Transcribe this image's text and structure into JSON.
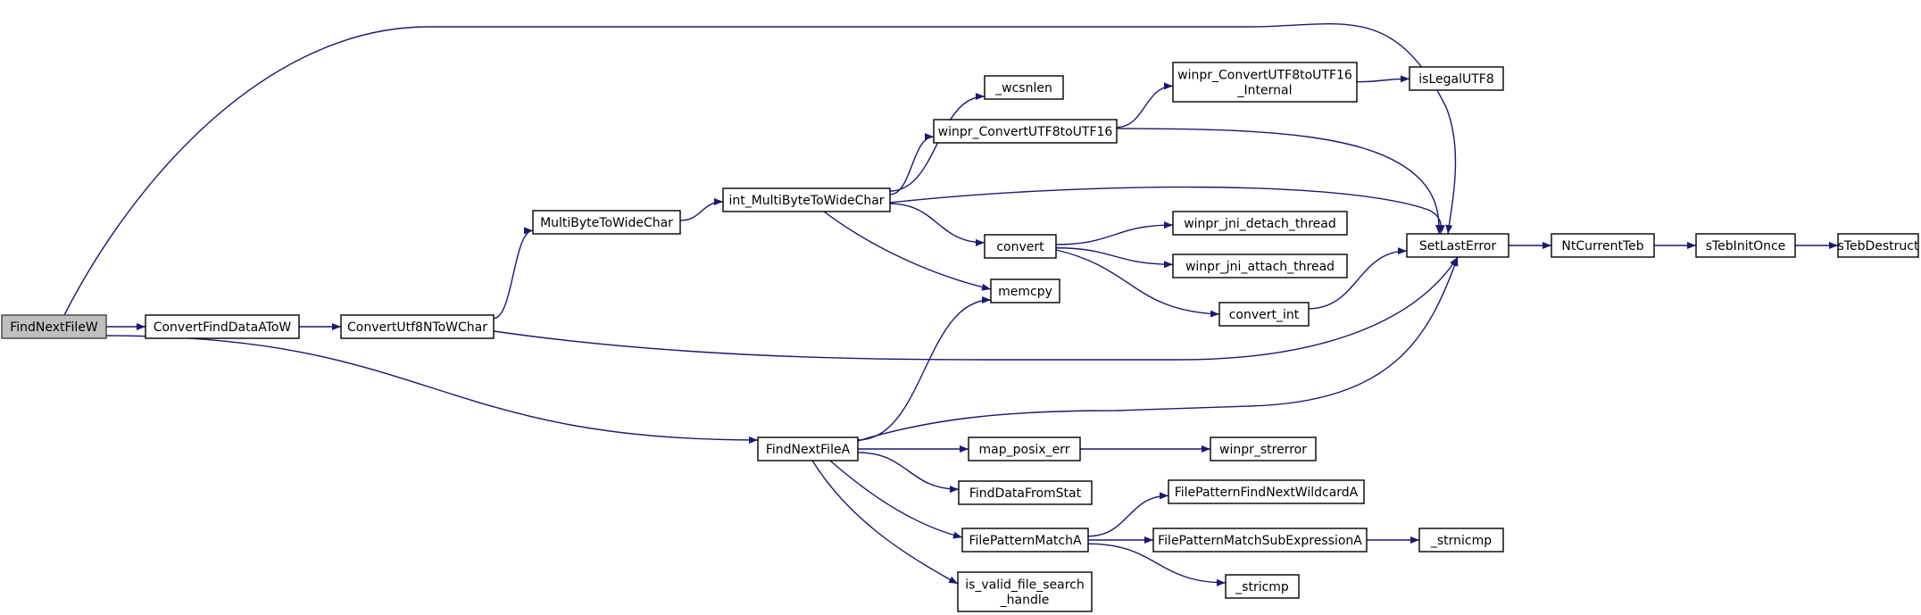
{
  "nodes": {
    "FindNextFileW": "FindNextFileW",
    "ConvertFindDataAToW": "ConvertFindDataAToW",
    "ConvertUtf8NToWChar": "ConvertUtf8NToWChar",
    "MultiByteToWideChar": "MultiByteToWideChar",
    "int_MultiByteToWideChar": "int_MultiByteToWideChar",
    "_wcsnlen": "_wcsnlen",
    "winpr_ConvertUTF8toUTF16": "winpr_ConvertUTF8toUTF16",
    "winpr_ConvertUTF8toUTF16_Internal": [
      "winpr_ConvertUTF8toUTF16",
      "_Internal"
    ],
    "isLegalUTF8": "isLegalUTF8",
    "convert": "convert",
    "winpr_jni_detach_thread": "winpr_jni_detach_thread",
    "winpr_jni_attach_thread": "winpr_jni_attach_thread",
    "convert_int": "convert_int",
    "memcpy": "memcpy",
    "SetLastError": "SetLastError",
    "NtCurrentTeb": "NtCurrentTeb",
    "sTebInitOnce": "sTebInitOnce",
    "sTebDestruct": "sTebDestruct",
    "FindNextFileA": "FindNextFileA",
    "map_posix_err": "map_posix_err",
    "winpr_strerror": "winpr_strerror",
    "FindDataFromStat": "FindDataFromStat",
    "FilePatternFindNextWildcardA": "FilePatternFindNextWildcardA",
    "FilePatternMatchA": "FilePatternMatchA",
    "FilePatternMatchSubExpressionA": "FilePatternMatchSubExpressionA",
    "_strnicmp": "_strnicmp",
    "_stricmp": "_stricmp",
    "is_valid_file_search_handle": [
      "is_valid_file_search",
      "_handle"
    ]
  },
  "edges": [
    [
      "FindNextFileW",
      "ConvertFindDataAToW"
    ],
    [
      "FindNextFileW",
      "SetLastError"
    ],
    [
      "FindNextFileW",
      "FindNextFileA"
    ],
    [
      "ConvertFindDataAToW",
      "ConvertUtf8NToWChar"
    ],
    [
      "ConvertUtf8NToWChar",
      "MultiByteToWideChar"
    ],
    [
      "ConvertUtf8NToWChar",
      "SetLastError"
    ],
    [
      "MultiByteToWideChar",
      "int_MultiByteToWideChar"
    ],
    [
      "int_MultiByteToWideChar",
      "_wcsnlen"
    ],
    [
      "int_MultiByteToWideChar",
      "winpr_ConvertUTF8toUTF16"
    ],
    [
      "int_MultiByteToWideChar",
      "SetLastError"
    ],
    [
      "int_MultiByteToWideChar",
      "convert"
    ],
    [
      "int_MultiByteToWideChar",
      "memcpy"
    ],
    [
      "winpr_ConvertUTF8toUTF16",
      "winpr_ConvertUTF8toUTF16_Internal"
    ],
    [
      "winpr_ConvertUTF8toUTF16",
      "SetLastError"
    ],
    [
      "winpr_ConvertUTF8toUTF16_Internal",
      "isLegalUTF8"
    ],
    [
      "convert",
      "winpr_jni_detach_thread"
    ],
    [
      "convert",
      "winpr_jni_attach_thread"
    ],
    [
      "convert",
      "convert_int"
    ],
    [
      "convert_int",
      "SetLastError"
    ],
    [
      "SetLastError",
      "NtCurrentTeb"
    ],
    [
      "NtCurrentTeb",
      "sTebInitOnce"
    ],
    [
      "sTebInitOnce",
      "sTebDestruct"
    ],
    [
      "FindNextFileA",
      "memcpy"
    ],
    [
      "FindNextFileA",
      "SetLastError"
    ],
    [
      "FindNextFileA",
      "map_posix_err"
    ],
    [
      "FindNextFileA",
      "FindDataFromStat"
    ],
    [
      "FindNextFileA",
      "FilePatternMatchA"
    ],
    [
      "FindNextFileA",
      "is_valid_file_search_handle"
    ],
    [
      "map_posix_err",
      "winpr_strerror"
    ],
    [
      "FilePatternMatchA",
      "FilePatternFindNextWildcardA"
    ],
    [
      "FilePatternMatchA",
      "FilePatternMatchSubExpressionA"
    ],
    [
      "FilePatternMatchA",
      "_stricmp"
    ],
    [
      "FilePatternMatchSubExpressionA",
      "_strnicmp"
    ]
  ]
}
